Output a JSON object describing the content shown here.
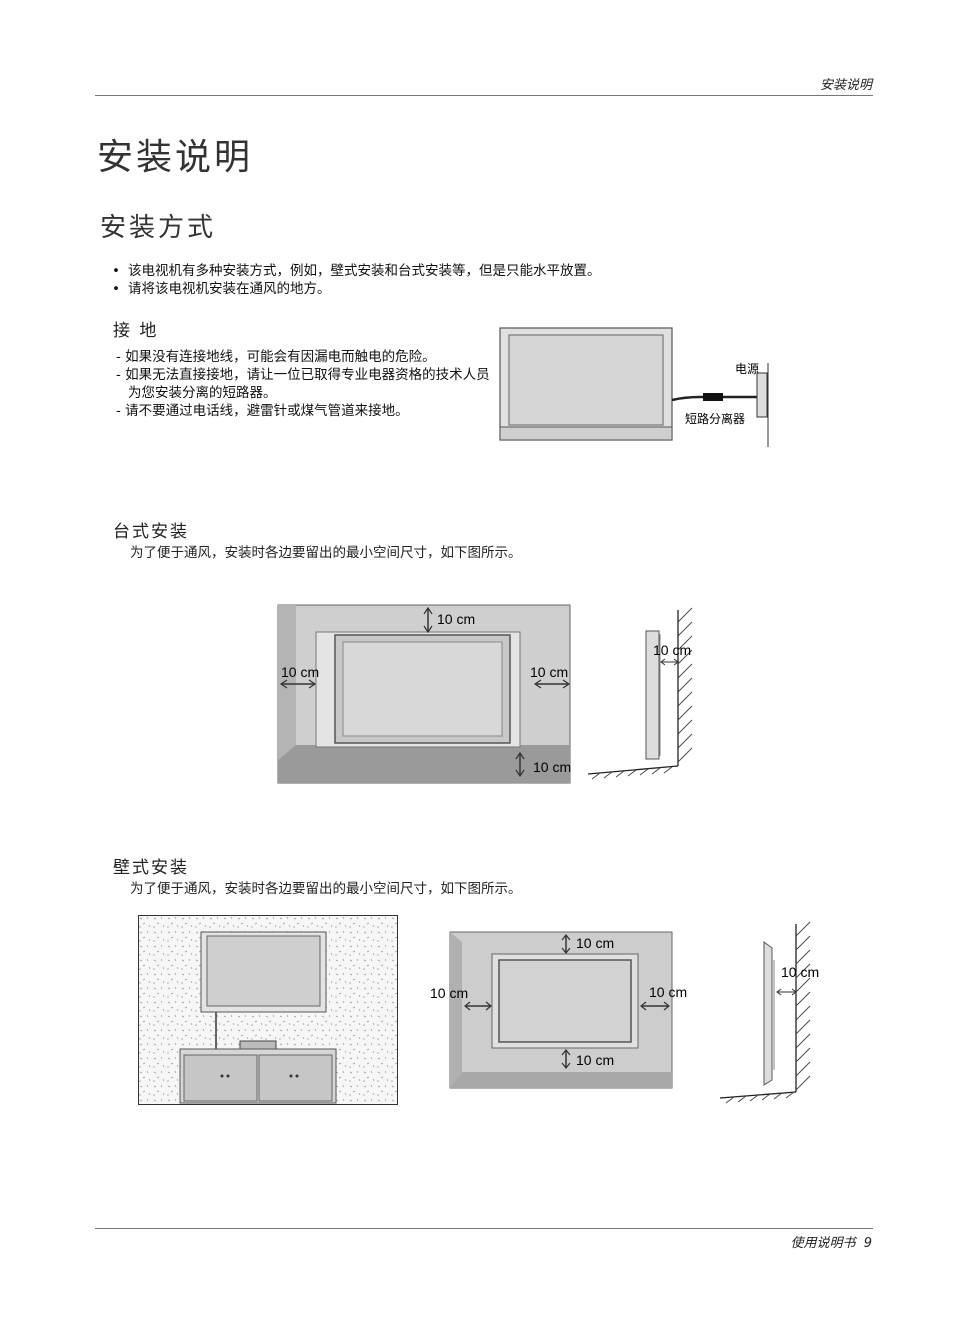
{
  "header": {
    "running_title": "安装说明"
  },
  "page_title": "安装说明",
  "section_title": "安装方式",
  "bullets": [
    "该电视机有多种安装方式，例如，壁式安装和台式安装等，但是只能水平放置。",
    "请将该电视机安装在通风的地方。"
  ],
  "grounding": {
    "title": "接 地",
    "items": [
      "如果没有连接地线，可能会有因漏电而触电的危险。",
      "如果无法直接接地，请让一位已取得专业电器资格的技术人员为您安装分离的短路器。",
      "请不要通过电话线，避雷针或煤气管道来接地。"
    ],
    "figure": {
      "power_label": "电源",
      "breaker_label": "短路分离器"
    }
  },
  "desktop": {
    "title": "台式安装",
    "desc": "为了便于通风，安装时各边要留出的最小空间尺寸，如下图所示。",
    "clearance": {
      "top": "10 cm",
      "left": "10 cm",
      "right": "10 cm",
      "bottom": "10 cm",
      "side_back": "10 cm"
    }
  },
  "wall": {
    "title": "壁式安装",
    "desc": "为了便于通风，安装时各边要留出的最小空间尺寸，如下图所示。",
    "clearance": {
      "top": "10 cm",
      "left": "10 cm",
      "right": "10 cm",
      "bottom": "10 cm",
      "side_back": "10 cm"
    }
  },
  "footer": {
    "label": "使用说明书",
    "page_number": "9"
  }
}
